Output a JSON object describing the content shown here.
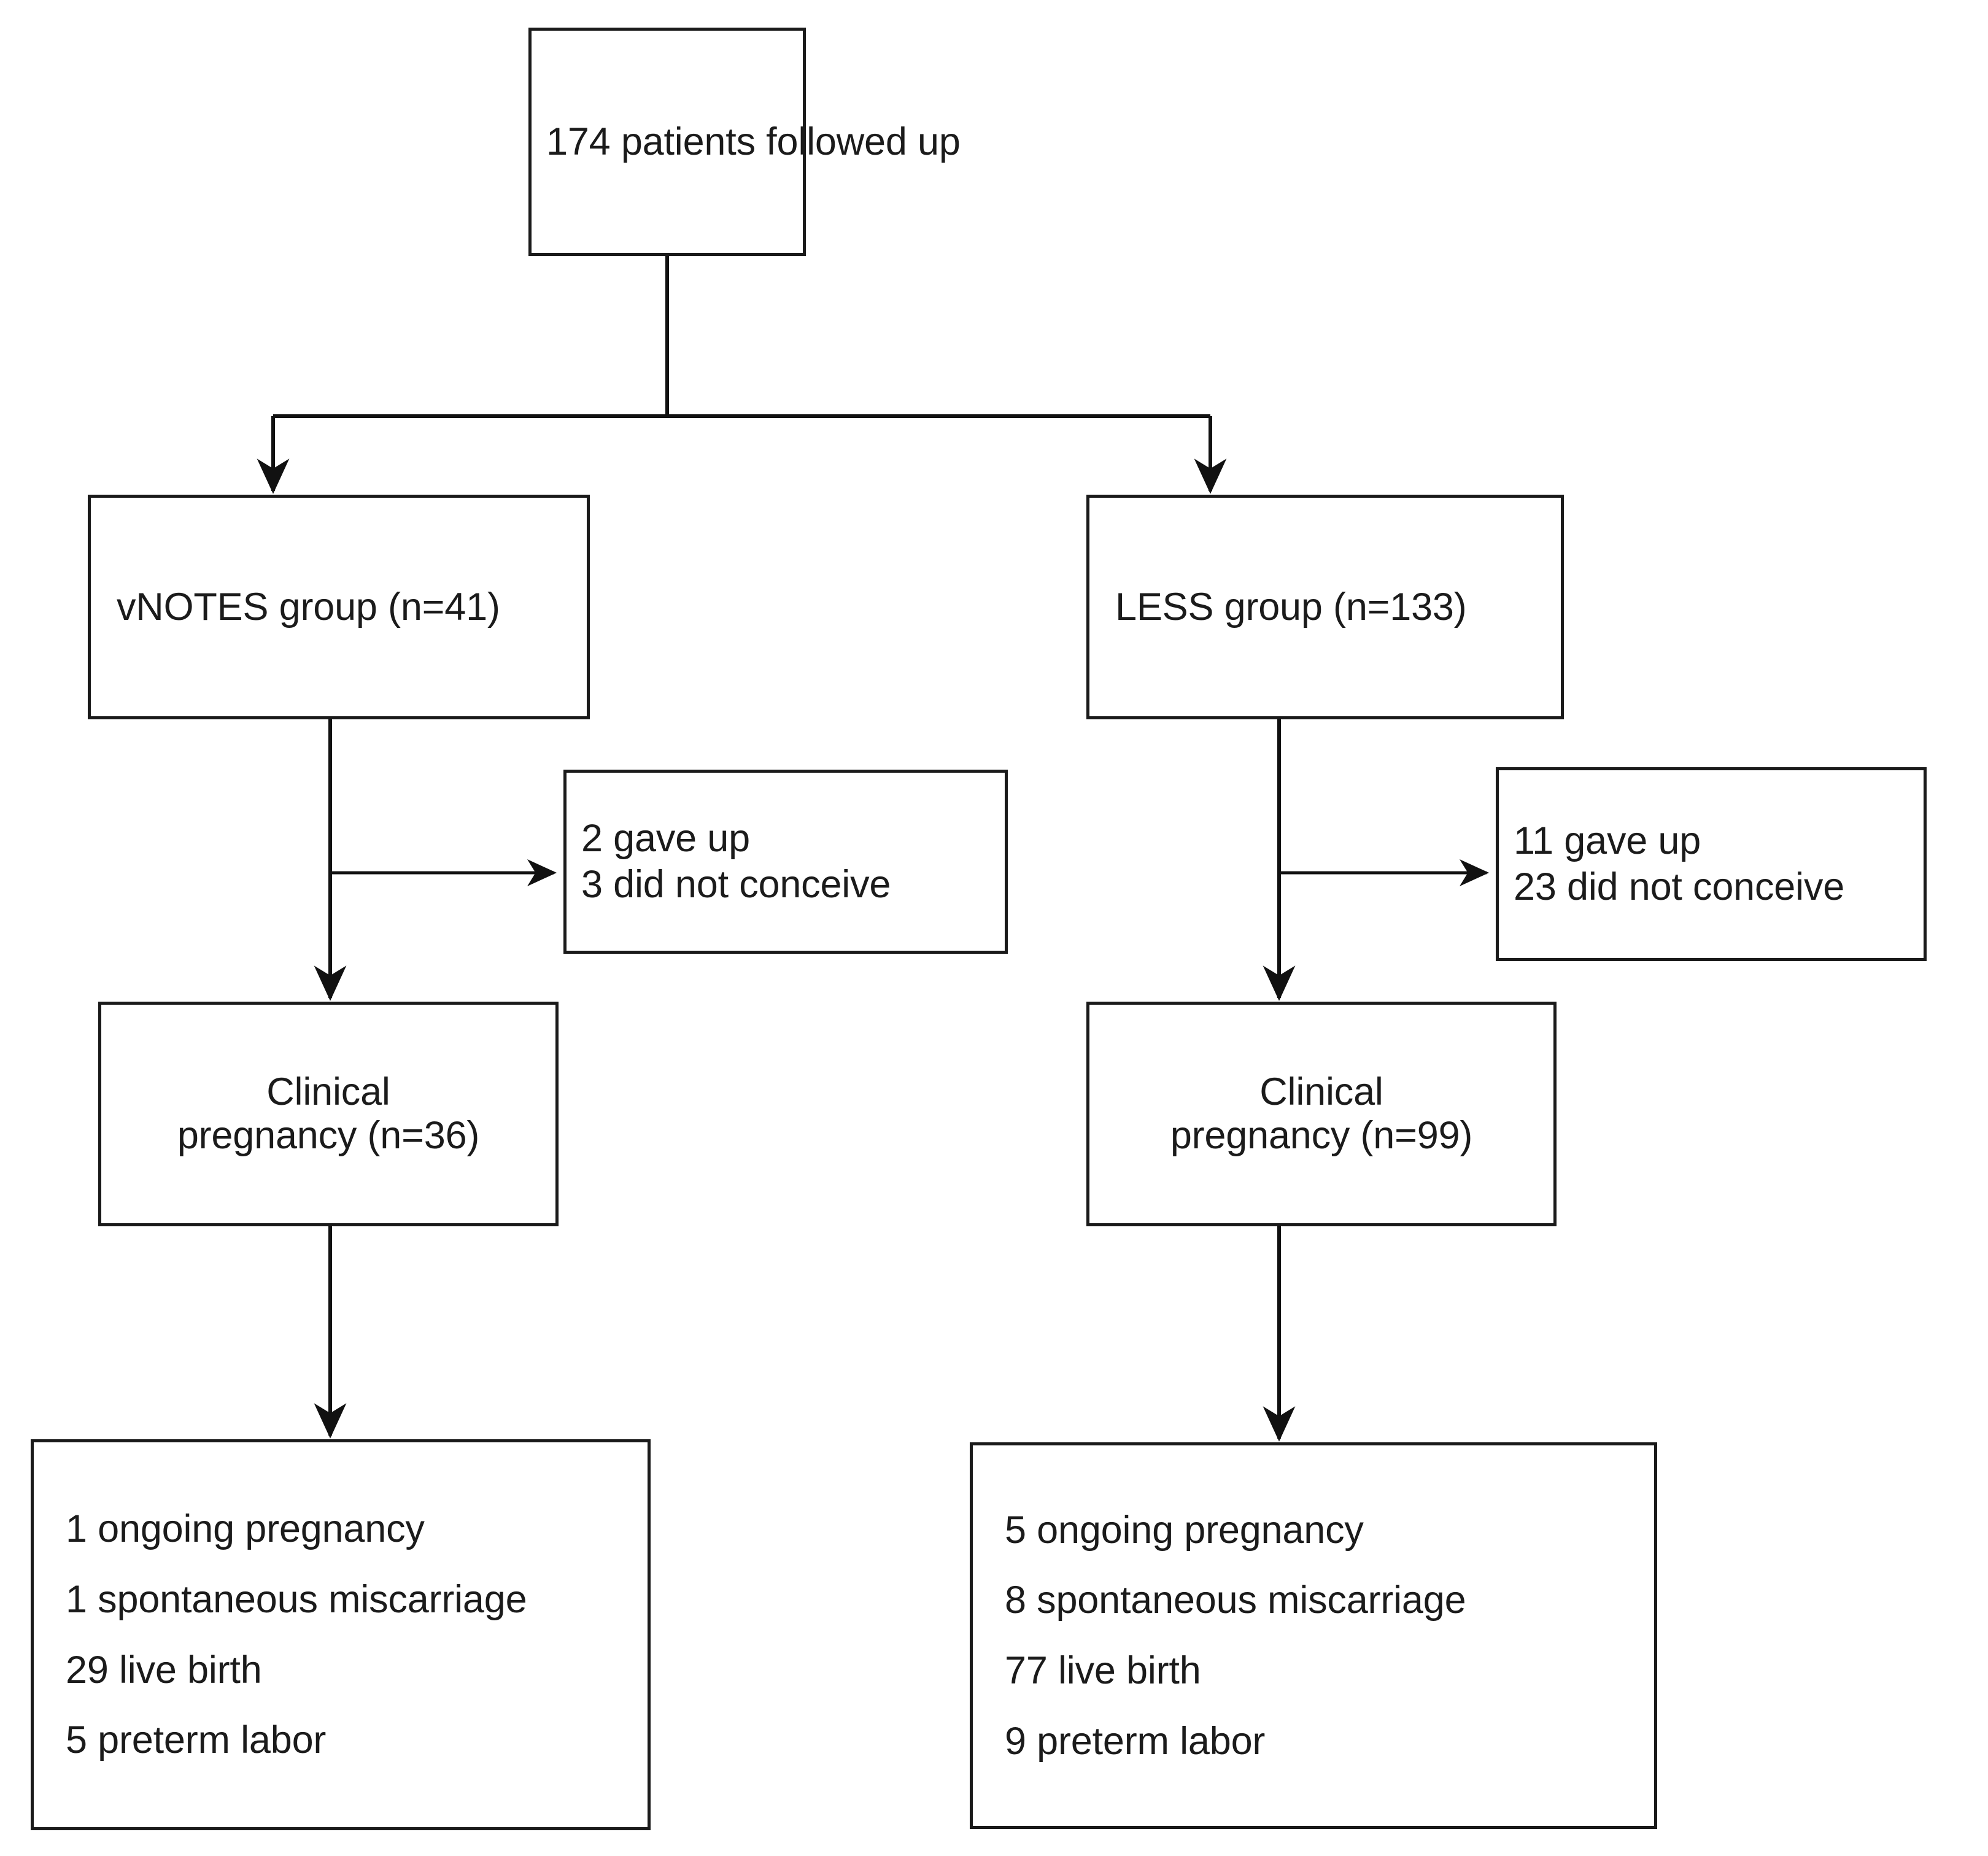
{
  "diagram": {
    "type": "flowchart",
    "title": "Patient follow-up and pregnancy outcome flow",
    "colors": {
      "stroke": "#1a1a1a",
      "text": "#1b1b1b",
      "background": "#ffffff"
    },
    "nodes": {
      "followup": {
        "id": "followup",
        "lines": [
          "174 patients followed up"
        ],
        "text": "174 patients followed up",
        "count": 174
      },
      "vnotes_group": {
        "id": "vnotes-group",
        "lines": [
          "vNOTES group (n=41)"
        ],
        "text": "vNOTES group (n=41)",
        "count": 41
      },
      "less_group": {
        "id": "less-group",
        "lines": [
          "LESS group (n=133)"
        ],
        "text": "LESS group (n=133)",
        "count": 133
      },
      "exclusion_vnotes": {
        "id": "exclusion-vnotes",
        "lines": [
          "2 gave up",
          "3 did not conceive"
        ],
        "gave_up": 2,
        "did_not_conceive": 3
      },
      "exclusion_less": {
        "id": "exclusion-less",
        "lines": [
          "11 gave up",
          "23 did not conceive"
        ],
        "gave_up": 11,
        "did_not_conceive": 23
      },
      "pregnancy_vnotes": {
        "id": "pregnancy-vnotes",
        "lines": [
          "Clinical",
          "pregnancy (n=36)"
        ],
        "count": 36
      },
      "pregnancy_less": {
        "id": "pregnancy-less",
        "lines": [
          "Clinical",
          "pregnancy (n=99)"
        ],
        "count": 99
      },
      "outcomes_vnotes": {
        "id": "outcomes-vnotes",
        "lines": [
          "1 ongoing pregnancy",
          "1 spontaneous miscarriage",
          "29 live birth",
          "5 preterm labor"
        ],
        "ongoing_pregnancy": 1,
        "spontaneous_miscarriage": 1,
        "live_birth": 29,
        "preterm_labor": 5
      },
      "outcomes_less": {
        "id": "outcomes-less",
        "lines": [
          "5 ongoing pregnancy",
          "8 spontaneous miscarriage",
          "77 live birth",
          "9 preterm labor"
        ],
        "ongoing_pregnancy": 5,
        "spontaneous_miscarriage": 8,
        "live_birth": 77,
        "preterm_labor": 9
      }
    },
    "edges": [
      {
        "from": "followup",
        "to": "vnotes_group",
        "style": "elbow-split-arrow"
      },
      {
        "from": "followup",
        "to": "less_group",
        "style": "elbow-split-arrow"
      },
      {
        "from": "vnotes_group",
        "to": "pregnancy_vnotes",
        "style": "straight-arrow"
      },
      {
        "from": "vnotes_group",
        "to": "exclusion_vnotes",
        "style": "side-branch-arrow"
      },
      {
        "from": "less_group",
        "to": "pregnancy_less",
        "style": "straight-arrow"
      },
      {
        "from": "less_group",
        "to": "exclusion_less",
        "style": "side-branch-arrow"
      },
      {
        "from": "pregnancy_vnotes",
        "to": "outcomes_vnotes",
        "style": "straight-arrow"
      },
      {
        "from": "pregnancy_less",
        "to": "outcomes_less",
        "style": "straight-arrow"
      }
    ]
  }
}
